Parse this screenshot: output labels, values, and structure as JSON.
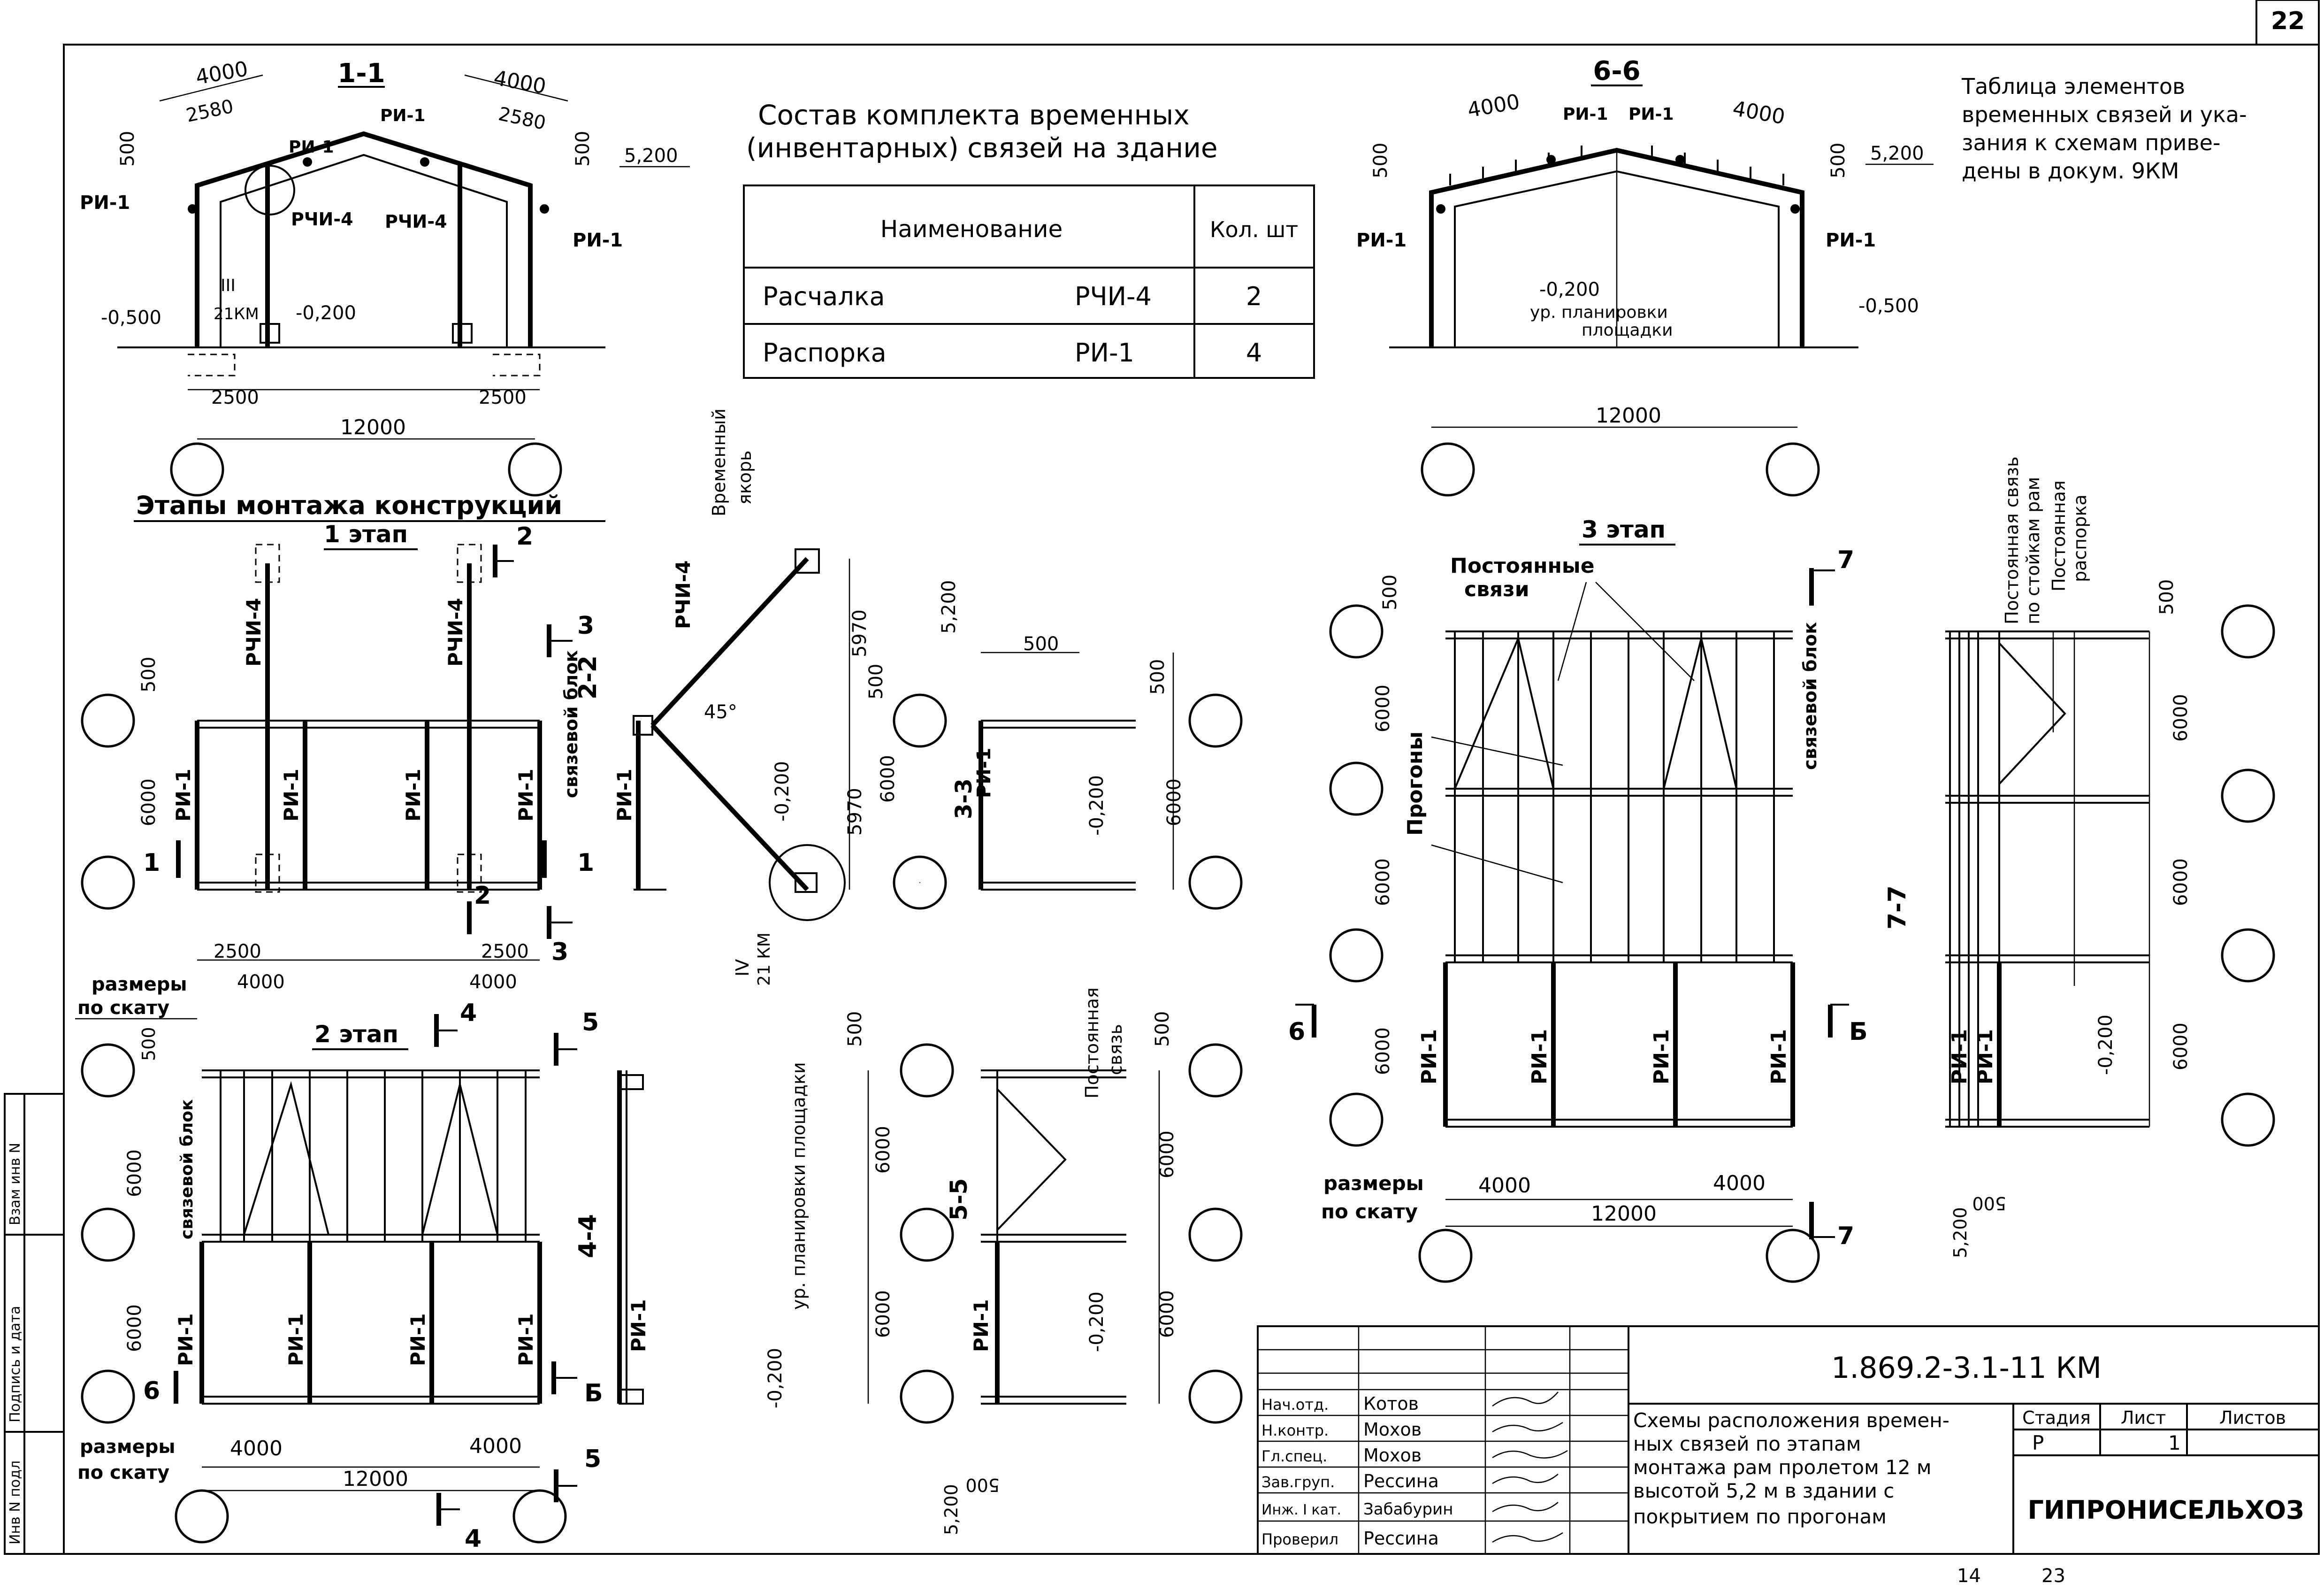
{
  "sheet_number": "22",
  "footer_numbers": [
    "14",
    "23"
  ],
  "side_labels": [
    "Инв N подл",
    "Подпись и дата",
    "Взам инв N"
  ],
  "table_title": [
    "Состав комплекта временных",
    "(инвентарных) связей на здание"
  ],
  "table": {
    "headers": [
      "Наименование",
      "Кол. шт"
    ],
    "rows": [
      {
        "name": "Расчалка",
        "code": "РЧИ-4",
        "qty": "2"
      },
      {
        "name": "Распорка",
        "code": "РИ-1",
        "qty": "4"
      }
    ]
  },
  "note": [
    "Таблица элементов",
    "временных связей и ука-",
    "зания к схемам приве-",
    "дены в докум. 9КМ"
  ],
  "stages_title": "Этапы монтажа конструкций",
  "section_titles": {
    "s11": "1-1",
    "s66": "6-6",
    "s22": "2-2",
    "s33": "3-3",
    "s44": "4-4",
    "s55": "5-5",
    "s77": "7-7"
  },
  "stage_titles": {
    "st1": "1 этап",
    "st2": "2 этап",
    "st3": "3 этап"
  },
  "labels": {
    "ri1": "РИ-1",
    "rchi4": "РЧИ-4",
    "svyaz_blok": "связевой блок",
    "razmery": "размеры",
    "po_skatu": "по скату",
    "post_svyazi": "Постоянные",
    "svyazi": "связи",
    "progony": "Прогоны",
    "vrem": "Временный",
    "yakor": "якорь",
    "post_svyaz_a": "Постоянная",
    "post_svyaz_b": "связь",
    "post_stoyk_a": "Постоянная связь",
    "post_stoyk_b": "по стойкам рам",
    "post_rasp_a": "Постоянная",
    "post_rasp_b": "распорка",
    "ur_plan": "ур. планировки",
    "ploshadki": "площадки",
    "ur_plan_full": "ур. планировки площадки",
    "ref_iii": "III",
    "ref_iii_doc": "21КМ",
    "ref_iv": "IV",
    "ref_iv_doc": "21 КМ",
    "angle": "45°"
  },
  "dims": {
    "d4000": "4000",
    "d2580": "2580",
    "d500": "500",
    "d5200": "5,200",
    "d0500": "-0,500",
    "d0200": "-0,200",
    "d2500": "2500",
    "d12000": "12000",
    "d6000": "6000",
    "d5970": "5970"
  },
  "markers": {
    "m1": "1",
    "m2": "2",
    "m3": "3",
    "m4": "4",
    "m5": "5",
    "m6": "6",
    "m7": "7",
    "mB": "Б"
  },
  "title_block": {
    "doc_code": "1.869.2-3.1-11 КМ",
    "description": [
      "Схемы расположения времен-",
      "ных связей по этапам",
      "монтажа рам пролетом 12 м",
      "высотой 5,2 м в здании с",
      "покрытием по прогонам"
    ],
    "stage_header": "Стадия",
    "sheet_header": "Лист",
    "sheets_header": "Листов",
    "stage": "Р",
    "sheet": "1",
    "org": "ГИПРОНИСЕЛЬХОЗ",
    "people": [
      {
        "role": "Нач.отд.",
        "name": "Котов"
      },
      {
        "role": "Н.контр.",
        "name": "Мохов"
      },
      {
        "role": "Гл.спец.",
        "name": "Мохов"
      },
      {
        "role": "Зав.груп.",
        "name": "Рессина"
      },
      {
        "role": "Инж. I кат.",
        "name": "Забабурин"
      },
      {
        "role": "Проверил",
        "name": "Рессина"
      }
    ]
  }
}
